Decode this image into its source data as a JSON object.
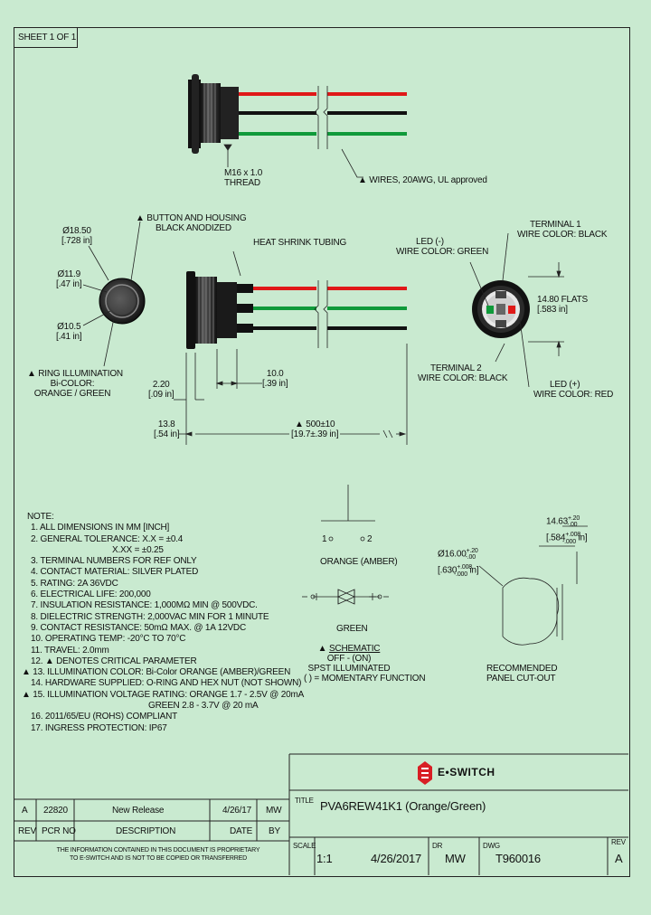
{
  "sheet": "SHEET 1 OF 1",
  "top_view": {
    "thread": [
      "M16 x 1.0",
      "THREAD"
    ],
    "wires": "WIRES, 20AWG, UL approved"
  },
  "front_view": {
    "callout_button": [
      "BUTTON AND HOUSING",
      "BLACK ANODIZED"
    ],
    "dia_outer": [
      "Ø18.50",
      "[.728 in]"
    ],
    "dia_mid": [
      "Ø11.9",
      "[.47 in]"
    ],
    "dia_inner": [
      "Ø10.5",
      "[.41 in]"
    ],
    "ring": [
      "RING ILLUMINATION",
      "Bi-COLOR:",
      "ORANGE / GREEN"
    ]
  },
  "side_view": {
    "heat_shrink": "HEAT SHRINK TUBING",
    "dim_220": [
      "2.20",
      "[.09 in]"
    ],
    "dim_100": [
      "10.0",
      "[.39 in]"
    ],
    "dim_138": [
      "13.8",
      "[.54 in]"
    ],
    "dim_500": [
      "500±10",
      "[19.7±.39 in]"
    ]
  },
  "rear_view": {
    "terminal1": [
      "TERMINAL 1",
      "WIRE COLOR: BLACK"
    ],
    "led_minus": [
      "LED (-)",
      "WIRE COLOR: GREEN"
    ],
    "flats": [
      "14.80 FLATS",
      "[.583 in]"
    ],
    "terminal2": [
      "TERMINAL 2",
      "WIRE COLOR: BLACK"
    ],
    "led_plus": [
      "LED (+)",
      "WIRE COLOR: RED"
    ]
  },
  "notes": [
    "NOTE:",
    "1. ALL DIMENSIONS IN MM [INCH]",
    "2. GENERAL TOLERANCE: X.X = ±0.4",
    "X.XX = ±0.25",
    "3. TERMINAL NUMBERS FOR REF ONLY",
    "4. CONTACT MATERIAL: SILVER PLATED",
    "5. RATING: 2A 36VDC",
    "6. ELECTRICAL LIFE: 200,000",
    "7. INSULATION RESISTANCE: 1,000MΩ MIN @ 500VDC.",
    "8. DIELECTRIC STRENGTH: 2,000VAC MIN FOR 1 MINUTE",
    "9. CONTACT RESISTANCE: 50mΩ MAX. @ 1A 12VDC",
    "10. OPERATING TEMP: -20°C TO 70°C",
    "11. TRAVEL: 2.0mm",
    "12. ▲ DENOTES CRITICAL PARAMETER",
    "13. ILLUMINATION COLOR: Bi-Color ORANGE (AMBER)/GREEN",
    "14. HARDWARE SUPPLIED: O-RING AND HEX NUT (NOT SHOWN)",
    "15. ILLUMINATION VOLTAGE RATING: ORANGE 1.7 - 2.5V @ 20mA",
    "GREEN 2.8 - 3.7V @ 20 mA",
    "16. 2011/65/EU (ROHS) COMPLIANT",
    "17. INGRESS PROTECTION: IP67"
  ],
  "schematic": {
    "t1": "1",
    "t2": "2",
    "orange": "ORANGE (AMBER)",
    "green": "GREEN",
    "title": "SCHEMATIC",
    "lines": [
      "OFF - (ON)",
      "SPST ILLUMINATED",
      "( ) = MOMENTARY FUNCTION"
    ]
  },
  "cutout": {
    "width": [
      "14.63",
      "+.20",
      "-.00"
    ],
    "width_in": [
      "[.584",
      "+.008",
      "-.000",
      "in]"
    ],
    "dia": [
      "Ø16.00",
      "+.20",
      "-.00"
    ],
    "dia_in": [
      "[.630",
      "+.008",
      "-.000",
      "in]"
    ],
    "label": [
      "RECOMMENDED",
      "PANEL CUT-OUT"
    ]
  },
  "logo": "E•SWITCH",
  "title_block": {
    "title_label": "TITLE",
    "title": "PVA6REW41K1  (Orange/Green)",
    "scale_label": "SCALE",
    "scale": "1:1",
    "date": "4/26/2017",
    "dr_label": "DR",
    "dr": "MW",
    "dwg_label": "DWG",
    "dwg": "T960016",
    "rev_label": "REV",
    "rev": "A"
  },
  "revision": {
    "rev": "A",
    "pcr": "22820",
    "desc": "New Release",
    "date": "4/26/17",
    "by": "MW",
    "headers": [
      "REV",
      "PCR NO",
      "DESCRIPTION",
      "DATE",
      "BY"
    ]
  },
  "proprietary": [
    "THE INFORMATION CONTAINED IN THIS DOCUMENT IS PROPRIETARY",
    "TO E-SWITCH AND IS NOT TO BE COPIED OR TRANSFERRED"
  ],
  "colors": {
    "background": "#c9ead0",
    "wire_red": "#e01818",
    "wire_green": "#0f9a3a",
    "wire_black": "#111111",
    "logo_red": "#d81e24"
  }
}
